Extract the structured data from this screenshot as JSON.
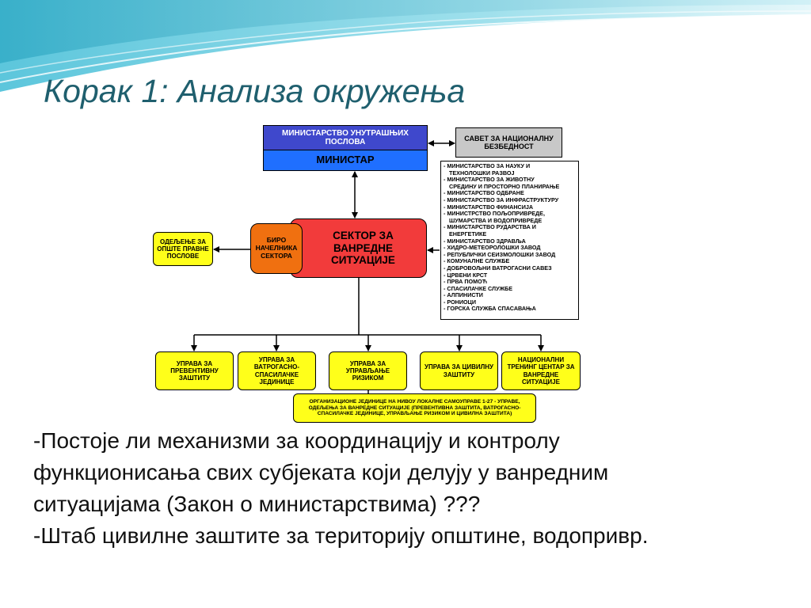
{
  "title": "Корак 1: Анализа окружења",
  "ministry_top": "МИНИСТАРСТВО УНУТРАШЊИХ ПОСЛОВА",
  "minister": "МИНИСТАР",
  "council": "САВЕТ ЗА НАЦИОНАЛНУ БЕЗБЕДНОСТ",
  "sector": "СЕКТОР ЗА ВАНРЕДНЕ СИТУАЦИЈЕ",
  "bureau": "БИРО НАЧЕЛНИКА СЕКТОРА",
  "department": "ОДЕЉЕЊЕ ЗА ОПШТЕ ПРАВНЕ ПОСЛОВЕ",
  "ministries_list": [
    "- МИНИСТАРСТВО ЗА НАУКУ  И",
    "ТЕХНОЛОШКИ РАЗВОЈ",
    "- МИНИСТАРСТВО ЗА ЖИВОТНУ",
    "СРЕДИНУ И ПРОСТОРНО ПЛАНИРАЊЕ",
    "- МИНИСТАРСТВО ОДБРАНЕ",
    "- МИНИСТАРСТВО ЗА ИНФРАСТРУКТУРУ",
    "- МИНИСТАРСТВО ФИНАНСИЈА",
    "- МИНИСТРСТВО ПОЉОПРИВРЕДЕ,",
    "ШУМАРСТВА И ВОДОПРИВРЕДЕ",
    "- МИНИСТАРСТВО РУДАРСТВА И",
    "ЕНЕРГЕТИКЕ",
    "- МИНИСТАРСТВО ЗДРАВЉА",
    "- ХИДРО-МЕТЕОРОЛОШКИ ЗАВОД",
    "- РЕПУБЛИЧКИ СЕИЗМОЛОШКИ ЗАВОД",
    "- КОМУНАЛНЕ СЛУЖБЕ",
    "- ДОБРОВОЉНИ  ВАТРОГАСНИ САВЕЗ",
    "- ЦРВЕНИ КРСТ",
    "- ПРВА ПОМОЋ",
    "- СПАСИЛАЧКЕ  СЛУЖБЕ",
    "- АЛПИНИСТИ",
    "- РОНИОЦИ",
    "- ГОРСКА СЛУЖБА СПАСАВАЊА"
  ],
  "directorates": [
    "УПРАВА ЗА ПРЕВЕНТИВНУ ЗАШТИТУ",
    "УПРАВА ЗА ВАТРОГАСНО-СПАСИЛАЧКЕ ЈЕДИНИЦЕ",
    "УПРАВА ЗА УПРАВЉАЊЕ РИЗИКОМ",
    "УПРАВА ЗА ЦИВИЛНУ ЗАШТИТУ",
    "НАЦИОНАЛНИ ТРЕНИНГ ЦЕНТАР ЗА ВАНРЕДНЕ СИТУАЦИЈЕ"
  ],
  "local_units": "ОРГАНИЗАЦИОНЕ ЈЕДИНИЦЕ НА НИВОУ ЛОКАЛНЕ САМОУПРАВЕ  1-27 - УПРАВЕ, ОДЕЉЕЊА ЗА ВАНРЕДНЕ СИТУАЦИЈЕ (ПРЕВЕНТИВНА ЗАШТИТА, ВАТРОГАСНО-СПАСИЛАЧКЕ ЈЕДИНИЦЕ, УПРАВЉАЊЕ РИЗИКОМ И ЦИВИЛНА ЗАШТИТА)",
  "body_lines": [
    "-Постоје ли механизми за координацију и контролу",
    "функционисања свих субјеката који делују у ванредним",
    "ситуацијама (Закон о министарствима) ???",
    "-Штаб цивилне заштите за територију општине, водопривр."
  ],
  "colors": {
    "title": "#1f5f6e",
    "ministry_top": "#3f48cc",
    "minister": "#1f6fff",
    "sector": "#f23b3b",
    "bureau": "#f07010",
    "directorate": "#ffff1a",
    "council": "#c8c8c8"
  }
}
